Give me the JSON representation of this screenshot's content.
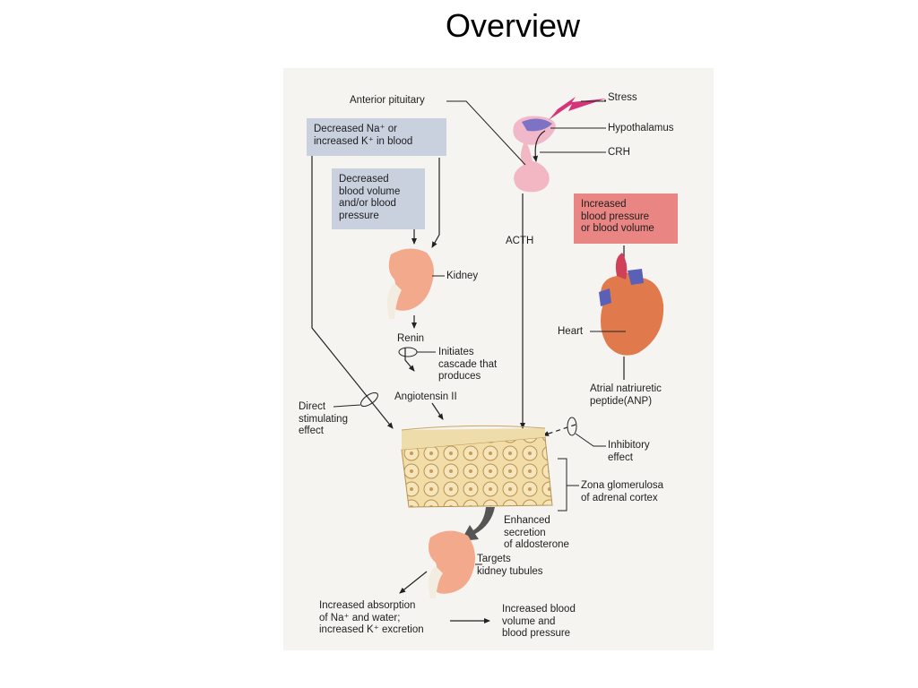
{
  "title": "Overview",
  "boxes": {
    "na_k": "Decreased Na⁺ or\nincreased K⁺ in blood",
    "blood_volume": "Decreased\nblood volume\nand/or blood\npressure",
    "increased_bp": "Increased\nblood pressure\nor blood volume"
  },
  "labels": {
    "anterior_pituitary": "Anterior pituitary",
    "stress": "Stress",
    "hypothalamus": "Hypothalamus",
    "crh": "CRH",
    "acth": "ACTH",
    "kidney": "Kidney",
    "renin": "Renin",
    "initiates": "Initiates\ncascade that\nproduces",
    "angiotensin": "Angiotensin II",
    "direct": "Direct\nstimulating\neffect",
    "heart": "Heart",
    "anp": "Atrial natriuretic\npeptide(ANP)",
    "inhibitory": "Inhibitory\neffect",
    "zona": "Zona glomerulosa\nof adrenal cortex",
    "enhanced": "Enhanced\nsecretion\nof aldosterone",
    "targets": "Targets\nkidney tubules",
    "absorption": "Increased absorption\nof Na⁺ and water;\nincreased K⁺ excretion",
    "increased_volume": "Increased blood\nvolume and\nblood pressure"
  }
}
